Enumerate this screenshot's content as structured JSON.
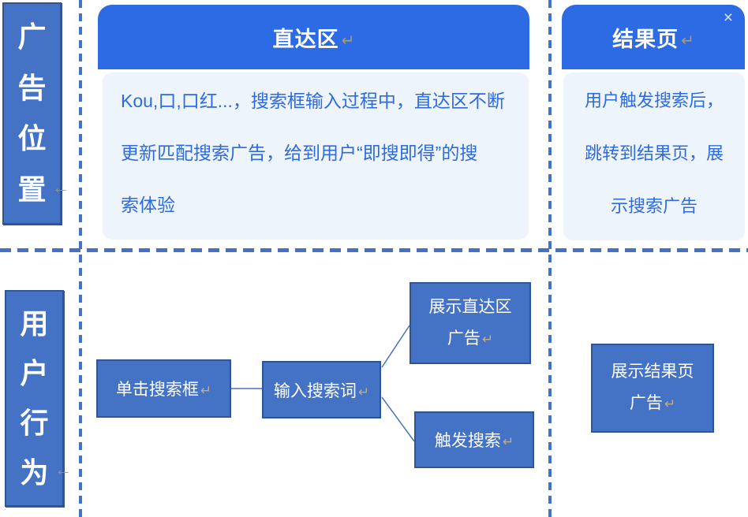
{
  "ui": {
    "close_icon": "×"
  },
  "colors": {
    "header_blue": "#2D6BE4",
    "panel_bg": "#EDF4FC",
    "panel_text_blue": "#2E6BE0",
    "shape_fill": "#4472C4",
    "shape_border": "#2F5597",
    "divider_dash": "#4472C4",
    "return_mark_tan": "#A6915C",
    "close_icon_gray": "#D6E0F5"
  },
  "row_labels": [
    {
      "name": "ad-position",
      "chars": [
        "广",
        "告",
        "位",
        "置"
      ],
      "mark": "←"
    },
    {
      "name": "user-behavior",
      "chars": [
        "用",
        "户",
        "行",
        "为"
      ],
      "mark": "←"
    }
  ],
  "panels": [
    {
      "title": "直达区",
      "mark": "↵",
      "lines": [
        "Kou,口,口红...，搜索框输入过程中，直达区不断",
        "更新匹配搜索广告，给到用户“即搜即得”的搜",
        "索体验"
      ]
    },
    {
      "title": "结果页",
      "mark": "↵",
      "lines": [
        "用户触发搜索后，",
        "跳转到结果页，展",
        "示搜索广告"
      ]
    }
  ],
  "flow_boxes": [
    {
      "name": "click-search-box",
      "lines": [
        "单击搜索框"
      ],
      "mark": "↵"
    },
    {
      "name": "enter-search-term",
      "lines": [
        "输入搜索词"
      ],
      "mark": "↵"
    },
    {
      "name": "show-direct-zone-ad",
      "lines": [
        "展示直达区",
        "广告"
      ],
      "mark": "↵"
    },
    {
      "name": "trigger-search",
      "lines": [
        "触发搜索"
      ],
      "mark": "↵"
    },
    {
      "name": "show-results-page-ad",
      "lines": [
        "展示结果页",
        "广告"
      ],
      "mark": "↵"
    }
  ]
}
